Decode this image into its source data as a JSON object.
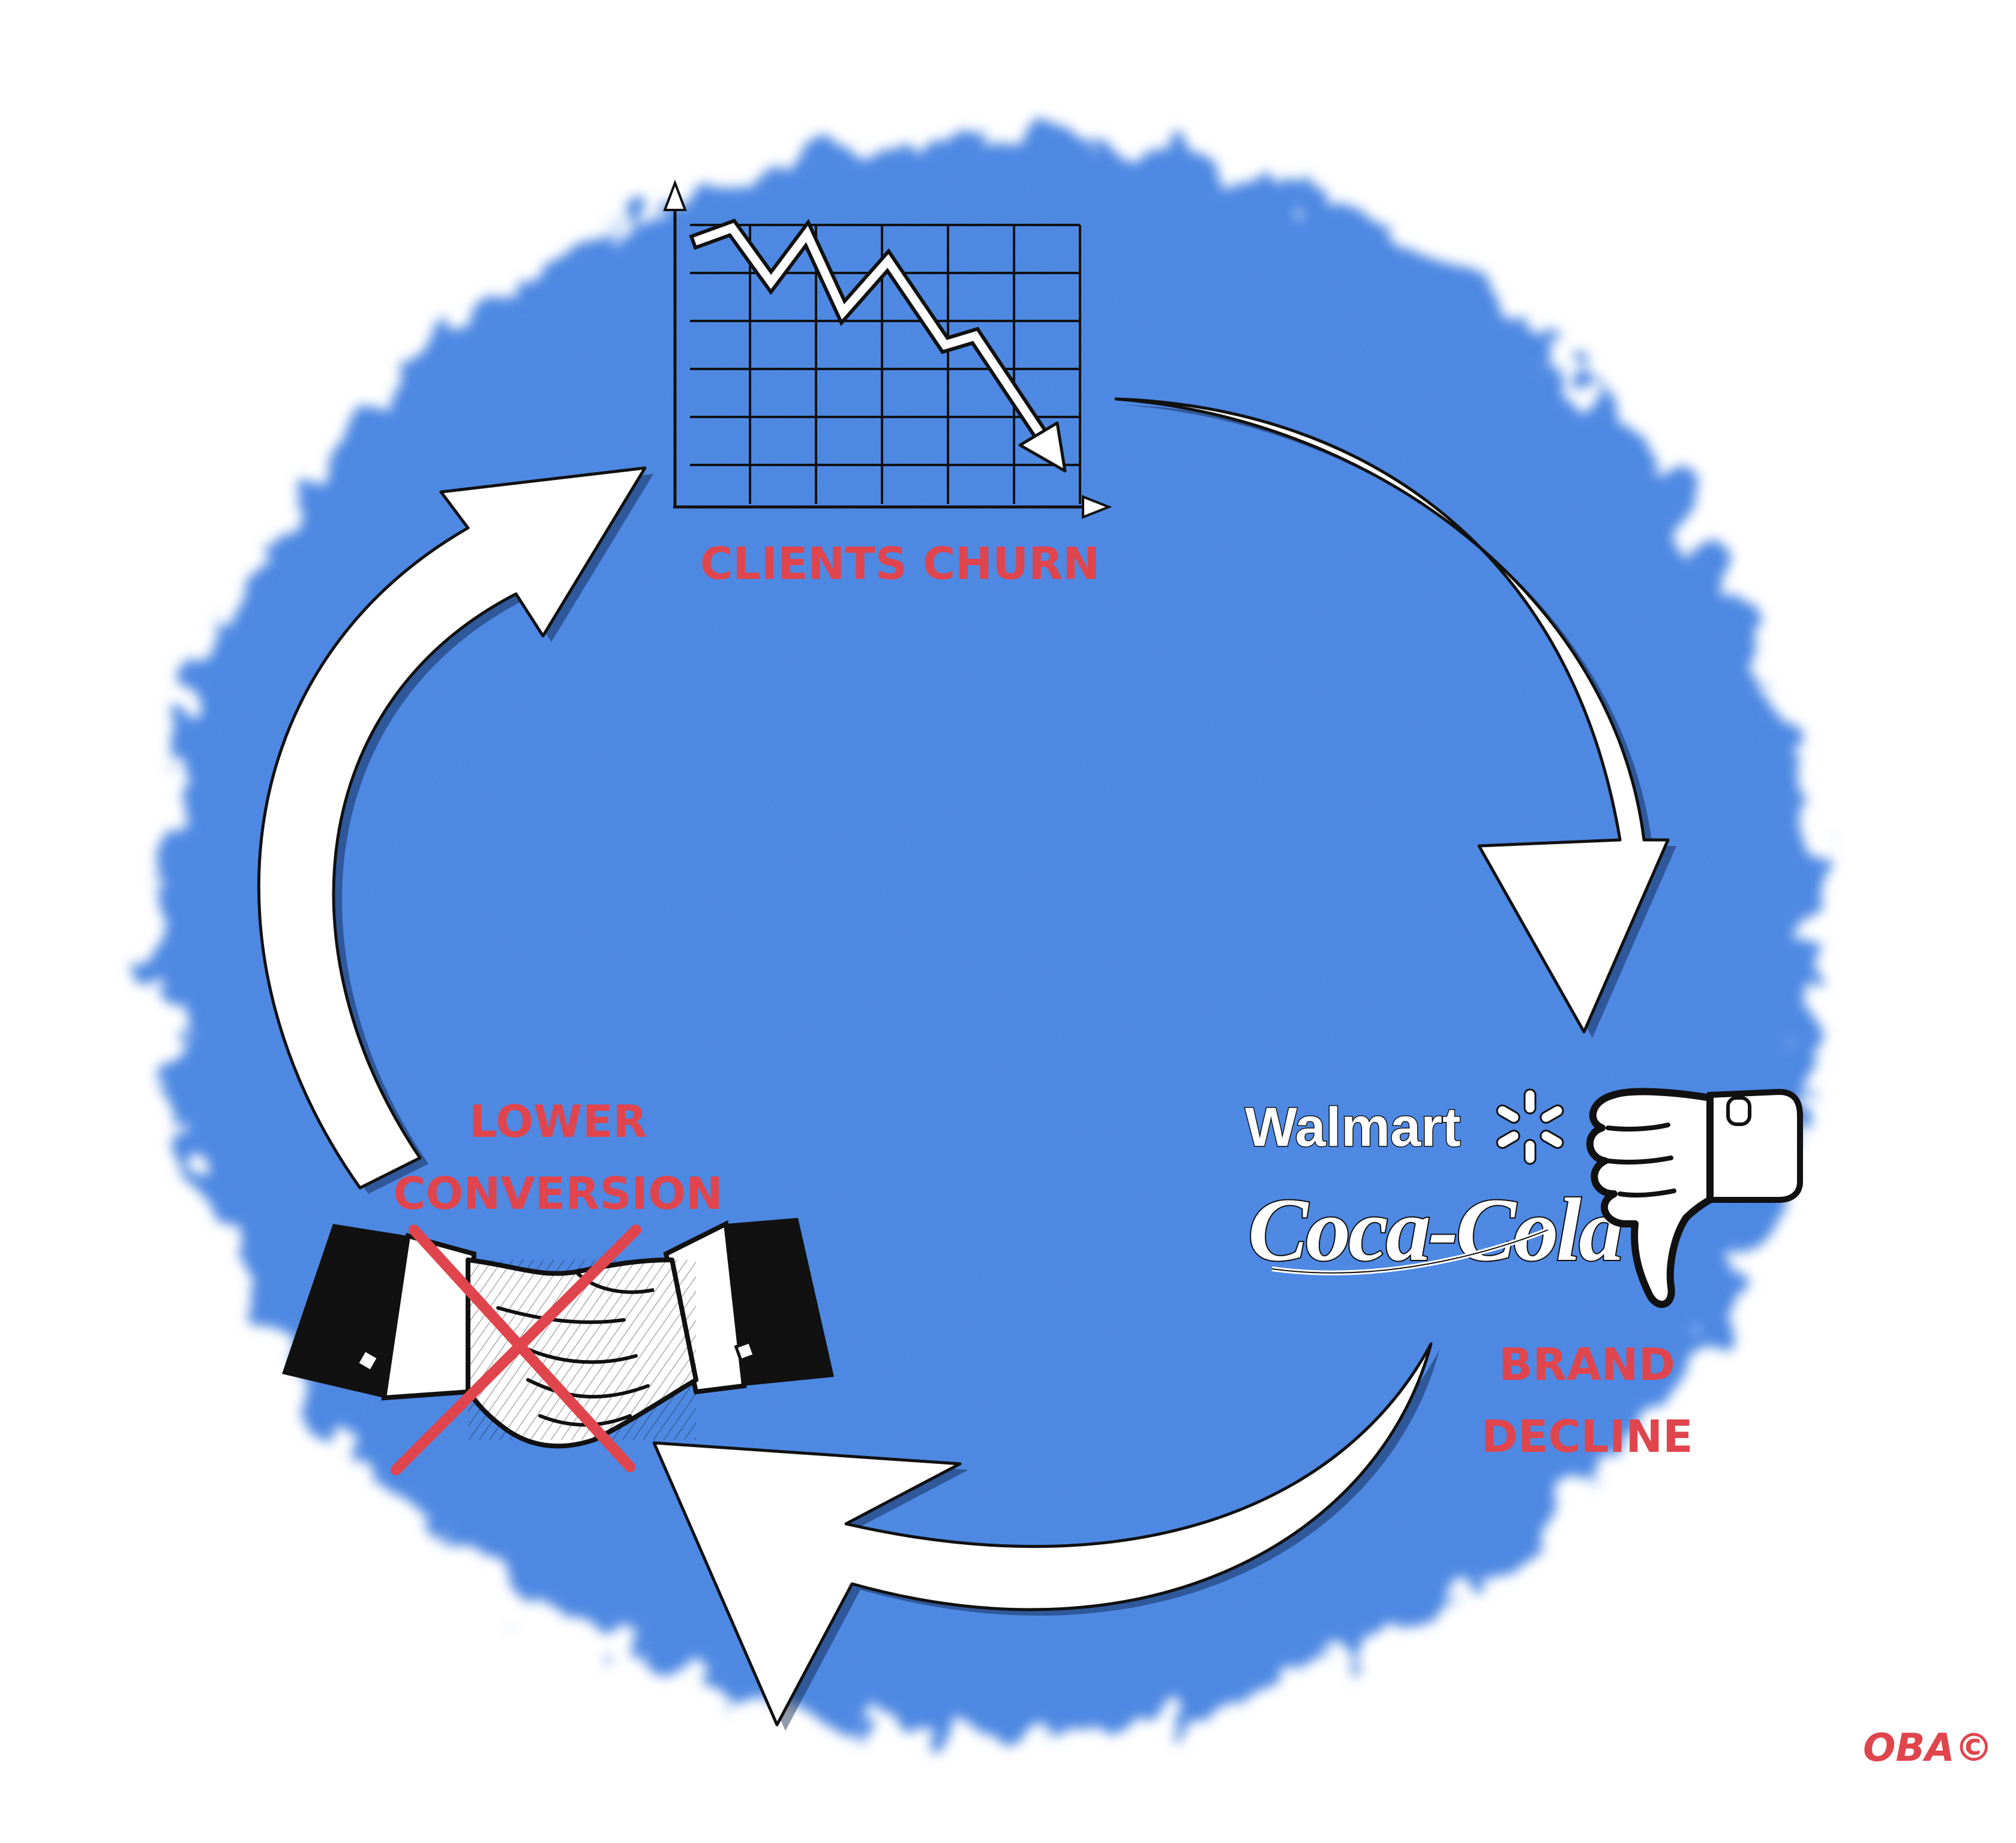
{
  "colors": {
    "background": "#ffffff",
    "blob_blue": "#3f7fe0",
    "label_red": "#e0454d",
    "outline": "#111111",
    "arrow_fill": "#ffffff"
  },
  "stages": {
    "clients_churn": {
      "label": "CLIENTS CHURN",
      "icon": "declining-line-chart-icon"
    },
    "brand_decline": {
      "label_line1": "BRAND",
      "label_line2": "DECLINE",
      "icon": "thumbs-down-icon"
    },
    "lower_conversion": {
      "label_line1": "LOWER",
      "label_line2": "CONVERSION",
      "icon": "crossed-out-handshake-icon"
    }
  },
  "brand_logos": [
    "Walmart",
    "Coca-Cola"
  ],
  "cycle_arrows": [
    "churn-to-brand",
    "brand-to-conversion",
    "conversion-to-churn"
  ],
  "signature": "OBA©"
}
